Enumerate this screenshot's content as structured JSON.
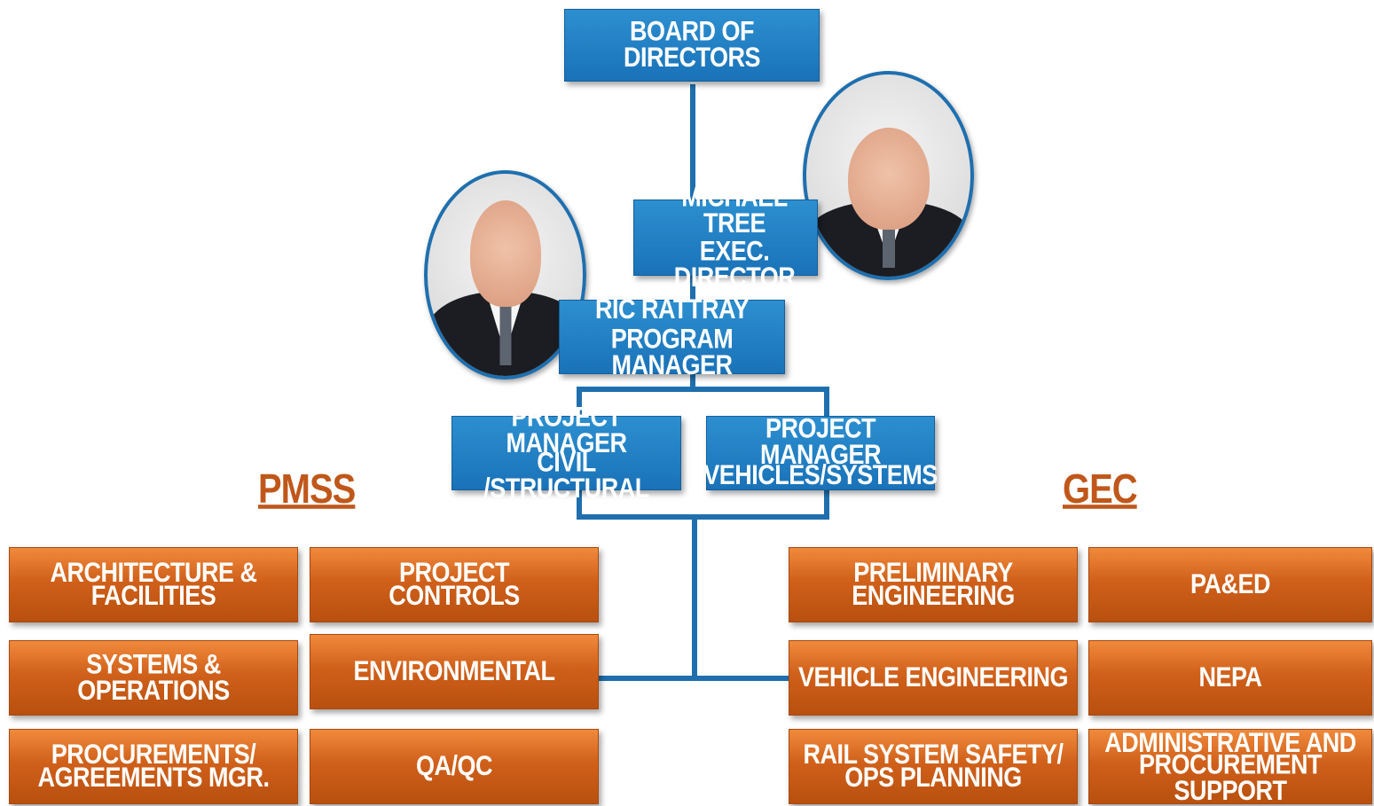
{
  "board": {
    "line1": "BOARD OF DIRECTORS"
  },
  "exec": {
    "line1": "MICHAEL TREE",
    "line2": "EXEC. DIRECTOR"
  },
  "pm": {
    "line1": "RIC RATTRAY",
    "line2": "PROGRAM MANAGER"
  },
  "pm_civil": {
    "line1": "PROJECT MANAGER",
    "line2": "CIVIL /STRUCTURAL"
  },
  "pm_vehicles": {
    "line1": "PROJECT MANAGER",
    "line2": "VEHICLES/SYSTEMS"
  },
  "pmss": {
    "heading": "PMSS",
    "boxes": [
      {
        "line1": "ARCHITECTURE &",
        "line2": "FACILITIES"
      },
      {
        "line1": "PROJECT",
        "line2": "CONTROLS"
      },
      {
        "line1": "SYSTEMS & OPERATIONS"
      },
      {
        "line1": "ENVIRONMENTAL"
      },
      {
        "line1": "PROCUREMENTS/",
        "line2": "AGREEMENTS MGR."
      },
      {
        "line1": "QA/QC"
      }
    ]
  },
  "gec": {
    "heading": "GEC",
    "boxes": [
      {
        "line1": "PRELIMINARY",
        "line2": "ENGINEERING"
      },
      {
        "line1": "PA&ED"
      },
      {
        "line1": "VEHICLE ENGINEERING"
      },
      {
        "line1": "NEPA"
      },
      {
        "line1": "RAIL SYSTEM SAFETY/",
        "line2": "OPS PLANNING"
      },
      {
        "line1": "ADMINISTRATIVE AND",
        "line2": "PROCUREMENT SUPPORT"
      }
    ]
  },
  "colors": {
    "blue": "#1f78bd",
    "orange": "#d0601a",
    "heading": "#c0571a",
    "connector": "#1f6fae"
  }
}
